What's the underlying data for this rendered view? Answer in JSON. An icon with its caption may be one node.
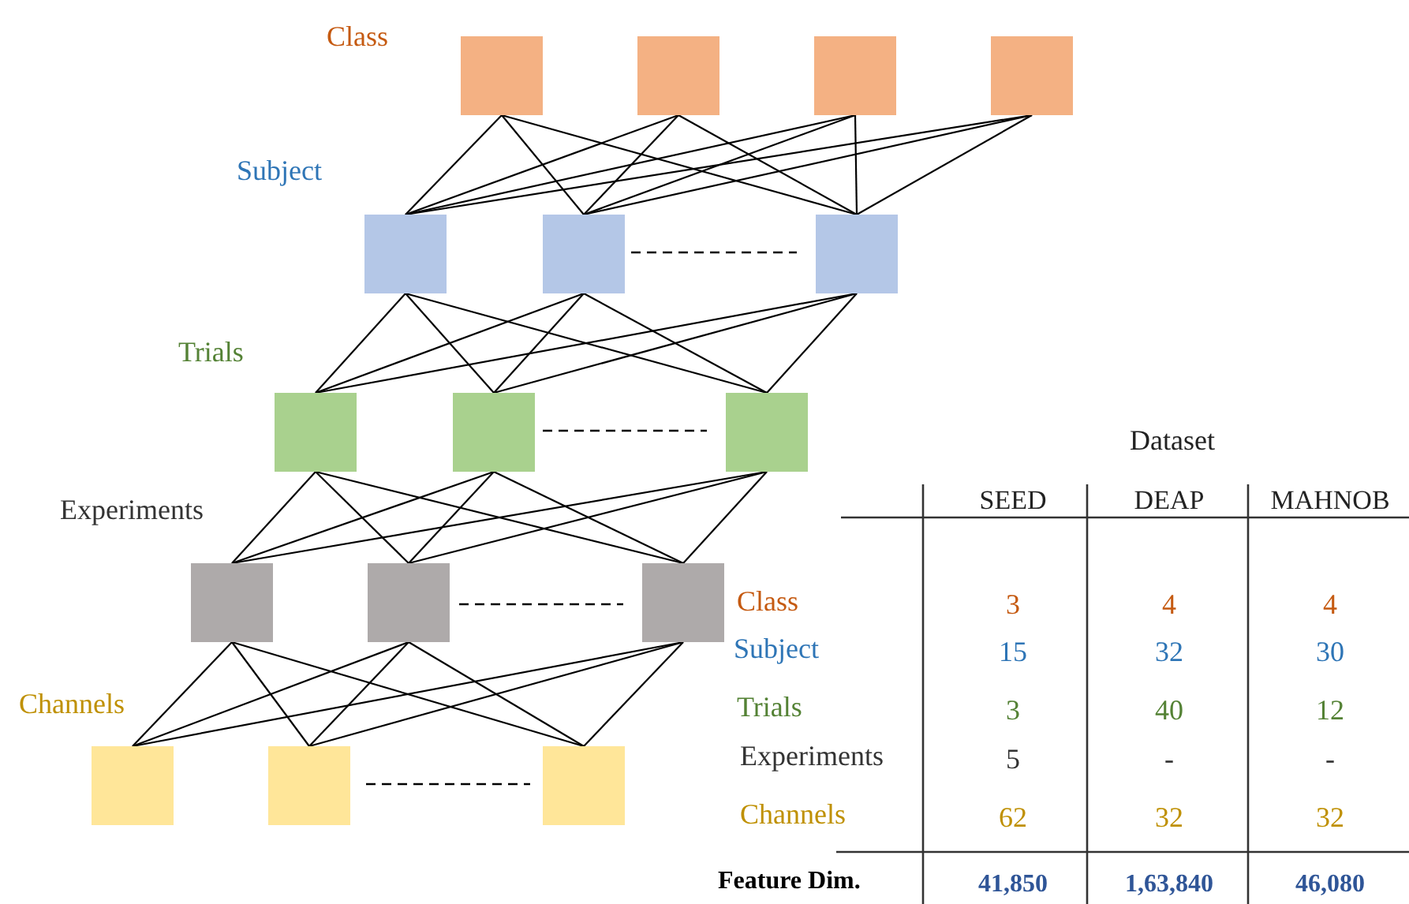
{
  "diagram": {
    "nodes": [
      {
        "text": [],
        "shape": "box"
      },
      {
        "text": [],
        "shape": "box"
      },
      {
        "text": [],
        "shape": "box"
      },
      {
        "text": [],
        "shape": "box"
      },
      {
        "text": [],
        "shape": "box"
      },
      {
        "text": [],
        "shape": "box"
      },
      {
        "text": [],
        "shape": "box"
      },
      {
        "text": [],
        "shape": "box"
      },
      {
        "text": [],
        "shape": "box"
      },
      {
        "text": [],
        "shape": "box"
      },
      {
        "text": [],
        "shape": "box"
      },
      {
        "text": [],
        "shape": "box"
      },
      {
        "text": [],
        "shape": "box"
      },
      {
        "text": [],
        "shape": "box"
      },
      {
        "text": [],
        "shape": "box"
      },
      {
        "text": [],
        "shape": "box"
      }
    ],
    "edges": [
      {
        "from": 0,
        "to": 4,
        "arrow": "none"
      },
      {
        "from": 0,
        "to": 5,
        "arrow": "none"
      },
      {
        "from": 0,
        "to": 6,
        "arrow": "none"
      },
      {
        "from": 1,
        "to": 4,
        "arrow": "none"
      },
      {
        "from": 1,
        "to": 5,
        "arrow": "none"
      },
      {
        "from": 1,
        "to": 6,
        "arrow": "none"
      },
      {
        "from": 2,
        "to": 4,
        "arrow": "none"
      },
      {
        "from": 2,
        "to": 5,
        "arrow": "none"
      },
      {
        "from": 2,
        "to": 6,
        "arrow": "none"
      },
      {
        "from": 3,
        "to": 4,
        "arrow": "none"
      },
      {
        "from": 3,
        "to": 5,
        "arrow": "none"
      },
      {
        "from": 3,
        "to": 6,
        "arrow": "none"
      },
      {
        "from": 4,
        "to": 7,
        "arrow": "none"
      },
      {
        "from": 4,
        "to": 8,
        "arrow": "none"
      },
      {
        "from": 4,
        "to": 9,
        "arrow": "none"
      },
      {
        "from": 5,
        "to": 7,
        "arrow": "none"
      },
      {
        "from": 5,
        "to": 8,
        "arrow": "none"
      },
      {
        "from": 5,
        "to": 9,
        "arrow": "none"
      },
      {
        "from": 6,
        "to": 7,
        "arrow": "none"
      },
      {
        "from": 6,
        "to": 8,
        "arrow": "none"
      },
      {
        "from": 6,
        "to": 9,
        "arrow": "none"
      },
      {
        "from": 7,
        "to": 10,
        "arrow": "none"
      },
      {
        "from": 7,
        "to": 11,
        "arrow": "none"
      },
      {
        "from": 7,
        "to": 12,
        "arrow": "none"
      },
      {
        "from": 8,
        "to": 10,
        "arrow": "none"
      },
      {
        "from": 8,
        "to": 11,
        "arrow": "none"
      },
      {
        "from": 8,
        "to": 12,
        "arrow": "none"
      },
      {
        "from": 9,
        "to": 10,
        "arrow": "none"
      },
      {
        "from": 9,
        "to": 11,
        "arrow": "none"
      },
      {
        "from": 9,
        "to": 12,
        "arrow": "none"
      },
      {
        "from": 10,
        "to": 13,
        "arrow": "none"
      },
      {
        "from": 10,
        "to": 14,
        "arrow": "none"
      },
      {
        "from": 10,
        "to": 15,
        "arrow": "none"
      },
      {
        "from": 11,
        "to": 13,
        "arrow": "none"
      },
      {
        "from": 11,
        "to": 14,
        "arrow": "none"
      },
      {
        "from": 11,
        "to": 15,
        "arrow": "none"
      },
      {
        "from": 12,
        "to": 13,
        "arrow": "none"
      },
      {
        "from": 12,
        "to": 14,
        "arrow": "none"
      },
      {
        "from": 12,
        "to": 15,
        "arrow": "none"
      }
    ],
    "labels": [
      "Class",
      "Subject",
      "Trials",
      "Experiments",
      "Channels",
      "Dataset",
      "SEED",
      "DEAP",
      "MAHNOB",
      "Class",
      "3",
      "4",
      "4",
      "Subject",
      "15",
      "32",
      "30",
      "Trials",
      "3",
      "40",
      "12",
      "Experiments",
      "5",
      "-",
      "-",
      "Channels",
      "62",
      "32",
      "32",
      "Feature Dim.",
      "41,850",
      "1,63,840",
      "46,080"
    ]
  }
}
